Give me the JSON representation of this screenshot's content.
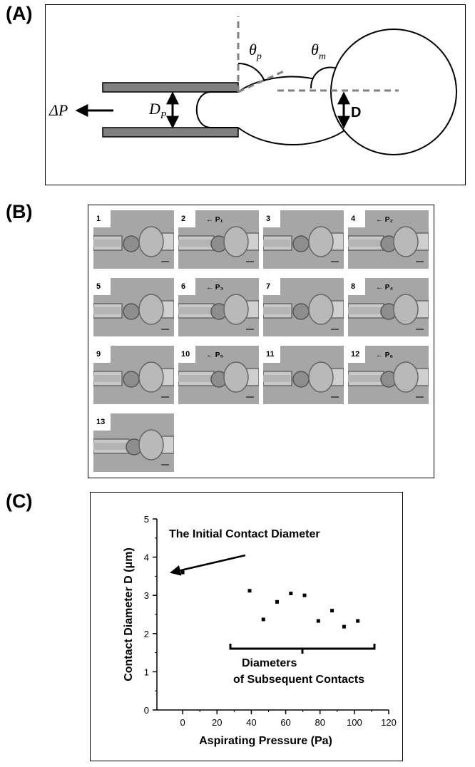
{
  "panels": {
    "a": {
      "label": "(A)",
      "labels": {
        "delta_p": "ΔP",
        "dp_base": "D",
        "dp_sub": "P",
        "d": "D",
        "theta_p_base": "θ",
        "theta_p_sub": "p",
        "theta_m_base": "θ",
        "theta_m_sub": "m"
      }
    },
    "b": {
      "label": "(B)",
      "frames": [
        {
          "num": "1",
          "pressure": ""
        },
        {
          "num": "2",
          "pressure": "P₁"
        },
        {
          "num": "3",
          "pressure": ""
        },
        {
          "num": "4",
          "pressure": "P₂"
        },
        {
          "num": "5",
          "pressure": ""
        },
        {
          "num": "6",
          "pressure": "P₃"
        },
        {
          "num": "7",
          "pressure": ""
        },
        {
          "num": "8",
          "pressure": "P₄"
        },
        {
          "num": "9",
          "pressure": ""
        },
        {
          "num": "10",
          "pressure": "P₅"
        },
        {
          "num": "11",
          "pressure": ""
        },
        {
          "num": "12",
          "pressure": "P₆"
        },
        {
          "num": "13",
          "pressure": ""
        }
      ]
    },
    "c": {
      "label": "(C)",
      "annotations": {
        "initial": "The Initial Contact Diameter",
        "subsequent_line1": "Diameters",
        "subsequent_line2": "of Subsequent Contacts"
      }
    }
  },
  "chart_data": {
    "type": "scatter",
    "xlabel": "Aspirating Pressure (Pa)",
    "ylabel": "Contact Diameter D (μm)",
    "xlim": [
      -15,
      120
    ],
    "ylim": [
      0,
      5
    ],
    "xticks": [
      0,
      20,
      40,
      60,
      80,
      100,
      120
    ],
    "yticks": [
      0,
      1,
      2,
      3,
      4,
      5
    ],
    "points": [
      {
        "x": 0,
        "y": 3.6
      },
      {
        "x": 39,
        "y": 3.12
      },
      {
        "x": 47,
        "y": 2.37
      },
      {
        "x": 55,
        "y": 2.83
      },
      {
        "x": 63,
        "y": 3.05
      },
      {
        "x": 71,
        "y": 3.0
      },
      {
        "x": 79,
        "y": 2.33
      },
      {
        "x": 87,
        "y": 2.6
      },
      {
        "x": 94,
        "y": 2.18
      },
      {
        "x": 102,
        "y": 2.33
      }
    ],
    "marker_color": "#000000"
  }
}
